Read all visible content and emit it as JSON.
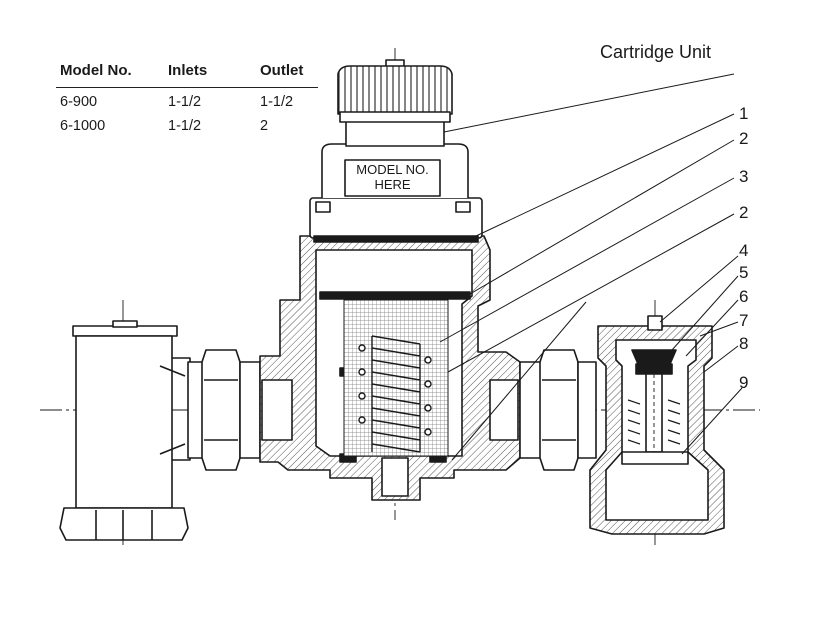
{
  "title": "Cartridge Unit",
  "table": {
    "headers": [
      "Model No.",
      "Inlets",
      "Outlet"
    ],
    "rows": [
      [
        "6-900",
        "1-1/2",
        "1-1/2"
      ],
      [
        "6-1000",
        "1-1/2",
        "2"
      ]
    ]
  },
  "cap_label": [
    "MODEL NO.",
    "HERE"
  ],
  "callouts": [
    "1",
    "2",
    "3",
    "2",
    "4",
    "5",
    "6",
    "7",
    "8",
    "9"
  ],
  "colors": {
    "ink": "#1a1a1a",
    "hatch": "#555555",
    "paper": "#ffffff"
  }
}
